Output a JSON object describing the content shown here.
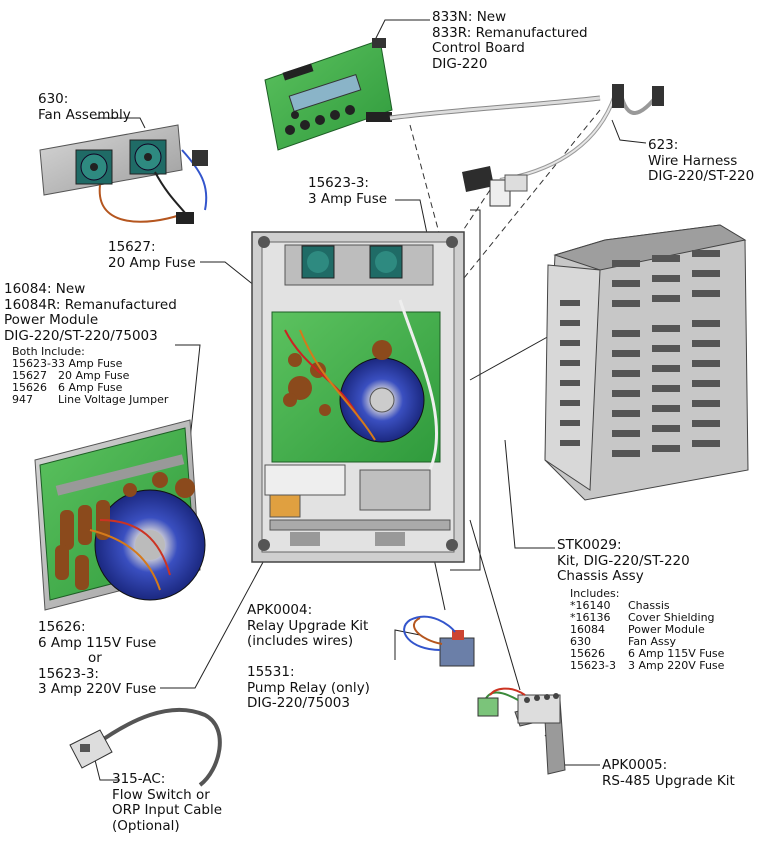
{
  "labels": {
    "control_board": [
      "833N: New",
      "833R: Remanufactured",
      "Control Board",
      "DIG-220"
    ],
    "fan_assembly": [
      "630:",
      "Fan Assembly"
    ],
    "wire_harness": [
      "623:",
      "Wire Harness",
      "DIG-220/ST-220"
    ],
    "fuse_3a": [
      "15623-3:",
      "3 Amp Fuse"
    ],
    "fuse_20a": [
      "15627:",
      "20 Amp Fuse"
    ],
    "power_module": [
      "16084: New",
      "16084R: Remanufactured",
      "Power Module",
      "DIG-220/ST-220/75003"
    ],
    "fuse_6a": [
      "15626:",
      "6 Amp 115V Fuse",
      "or",
      "15623-3:",
      "3 Amp 220V Fuse"
    ],
    "relay_kit": [
      "APK0004:",
      "Relay Upgrade Kit",
      "(includes wires)"
    ],
    "pump_relay": [
      "15531:",
      "Pump Relay (only)",
      "DIG-220/75003"
    ],
    "chassis_kit": [
      "STK0029:",
      "Kit, DIG-220/ST-220",
      "Chassis Assy"
    ],
    "rs485": [
      "APK0005:",
      "RS-485 Upgrade Kit"
    ],
    "flow_switch": [
      "315-AC:",
      "Flow Switch or",
      "ORP Input Cable",
      "(Optional)"
    ]
  },
  "power_module_includes": {
    "title": "Both Include:",
    "rows": [
      [
        "15623-3",
        "3 Amp Fuse"
      ],
      [
        "15627",
        "20 Amp Fuse"
      ],
      [
        "15626",
        "6   Amp Fuse"
      ],
      [
        "947",
        "Line Voltage Jumper"
      ]
    ]
  },
  "chassis_includes": {
    "title": "Includes:",
    "rows": [
      [
        "*16140",
        "Chassis"
      ],
      [
        "*16136",
        "Cover Shielding"
      ],
      [
        "16084",
        "Power Module"
      ],
      [
        "630",
        "Fan Assy"
      ],
      [
        "15626",
        "6 Amp 115V Fuse"
      ],
      [
        "15623-3",
        "3 Amp 220V Fuse"
      ]
    ]
  },
  "colors": {
    "pcb_green": "#3fae4a",
    "chassis_gray": "#b9b9b9",
    "transformer_blue": "#2a3fa8",
    "capacitor_brown": "#8b4a1c"
  }
}
